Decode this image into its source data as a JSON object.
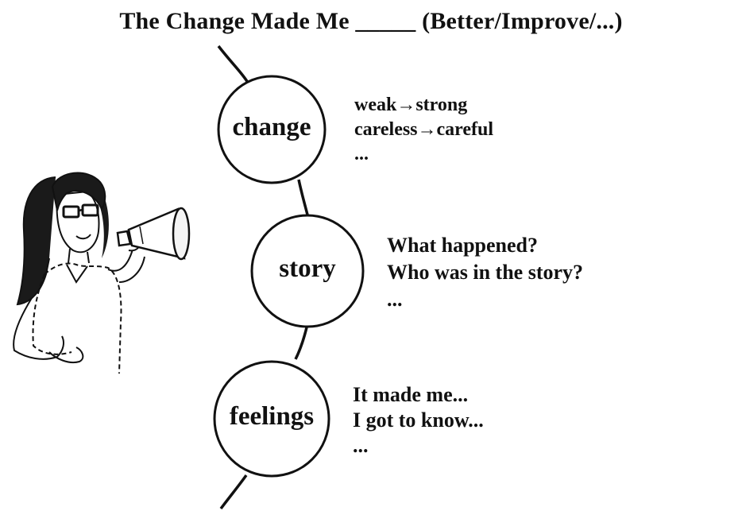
{
  "title": "The Change Made Me _____ (Better/Improve/...)",
  "nodes": [
    {
      "label": "change",
      "notes": [
        "weak→strong",
        "careless→careful",
        "..."
      ]
    },
    {
      "label": "story",
      "notes": [
        "What happened?",
        "Who was in the story?",
        "..."
      ]
    },
    {
      "label": "feelings",
      "notes": [
        "It made me...",
        "I got to know...",
        "..."
      ]
    }
  ],
  "illustration": {
    "icon": "teacher-with-megaphone-icon"
  }
}
